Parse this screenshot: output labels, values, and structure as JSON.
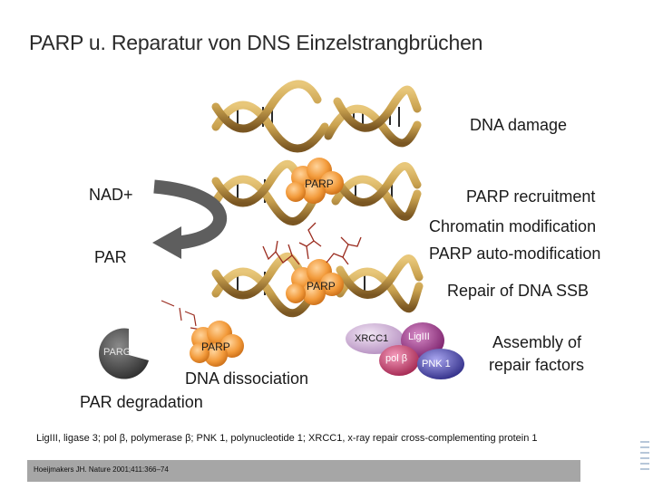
{
  "title": "PARP u.  Reparatur von DNS Einzelstrangbrüchen",
  "labels": {
    "dna_damage": "DNA damage",
    "nad_plus": "NAD+",
    "parp_recruitment": "PARP recruitment",
    "chromatin_modification": "Chromatin modification",
    "parp_auto_modification": "PARP auto-modification",
    "par": "PAR",
    "repair_of_dna_ssb": "Repair of DNA SSB",
    "assembly_line1": "Assembly of",
    "assembly_line2": "repair factors",
    "dna_dissociation": "DNA dissociation",
    "par_degradation": "PAR degradation"
  },
  "proteins": {
    "parp_bound": "PARP",
    "parp_modified": "PARP",
    "parp_released": "PARP",
    "parg": "PARG",
    "xrcc1": "XRCC1",
    "ligiii": "LigIII",
    "pol_beta": "pol β",
    "pnk1": "PNK 1"
  },
  "footnote": "LigIII, ligase 3; pol β, polymerase β; PNK 1, polynucleotide 1; XRCC1, x-ray repair cross-complementing protein 1",
  "reference": "Hoeijmakers JH. Nature 2001;411:366–74",
  "colors": {
    "dna_strand": "#c9a14e",
    "dna_strand_dark": "#7a5622",
    "dna_rung": "#2b2b2b",
    "parp": "#f29a3a",
    "parg": "#4a4a4a",
    "arrow": "#5e5e5e",
    "xrcc1": "#d2b2d8",
    "ligiii": "#9a2f88",
    "pol_beta": "#c43b6e",
    "pnk1": "#4c4aa8",
    "reference_bar": "#a6a6a6",
    "par_chain": "#9a2b1e"
  }
}
